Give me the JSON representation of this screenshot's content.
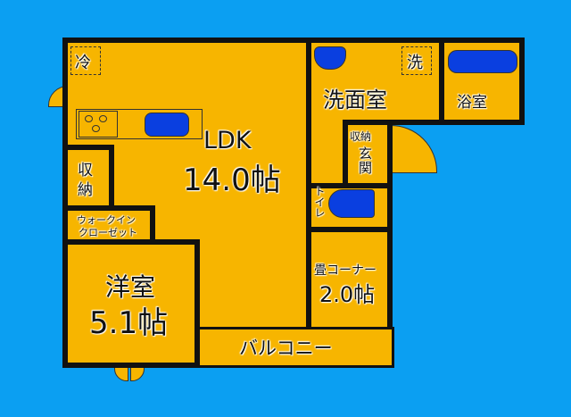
{
  "rooms": {
    "ldk": {
      "name": "LDK",
      "size": "14.0帖"
    },
    "washroom": "洗面室",
    "bathroom": "浴室",
    "storage_entrance": "収納",
    "entrance": "玄関",
    "toilet": "トイレ",
    "storage": "収納",
    "walk_in_closet_line1": "ウォークイン",
    "walk_in_closet_line2": "クローゼット",
    "western_room": {
      "name": "洋室",
      "size": "5.1帖"
    },
    "tatami_corner": {
      "name": "畳コーナー",
      "size": "2.0帖"
    },
    "balcony": "バルコニー"
  },
  "markers": {
    "fridge": "冷",
    "washer": "洗"
  },
  "colors": {
    "background": "#0b9ff2",
    "floor": "#f7b500",
    "fixture": "#0a3fe0"
  }
}
